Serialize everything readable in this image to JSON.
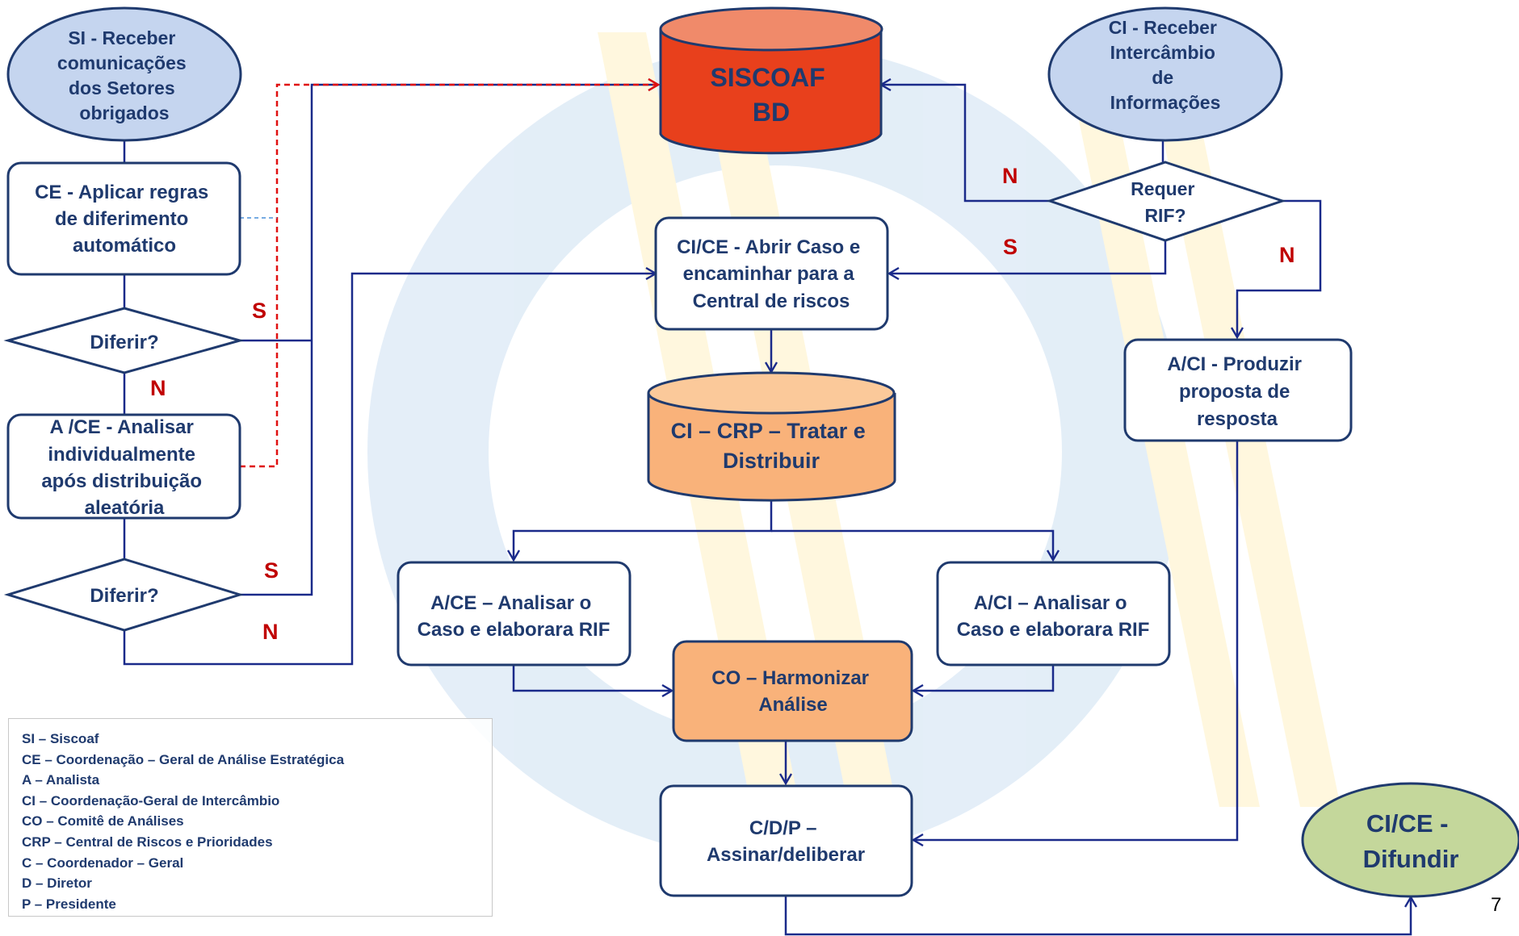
{
  "colors": {
    "navy": "#1f3a6e",
    "line": "#1a2a8a",
    "red_dashed": "#e01010",
    "yes_no_label": "#c00000",
    "ellipse_blue": "#c5d5ef",
    "ellipse_green": "#c4d79b",
    "db_red": "#e8401c",
    "orange_box": "#f9b27a"
  },
  "nodes": {
    "si_receive": "SI - Receber comunicações dos Setores obrigados",
    "ce_rules": "CE - Aplicar regras de diferimento automático",
    "diferir_1": "Diferir?",
    "a_ce_analyze": "A /CE - Analisar individualmente após distribuição aleatória",
    "diferir_2": "Diferir?",
    "siscoaf_db": "SISCOAF BD",
    "ci_receive": "CI  - Receber Intercâmbio de Informações",
    "requer_rif": "Requer RIF?",
    "ci_ce_open_case": "CI/CE - Abrir Caso e encaminhar para a Central de riscos",
    "ci_crp": "CI  –  CRP – Tratar e Distribuir",
    "a_ci_produce": "A/CI - Produzir proposta de resposta",
    "a_ce_analyze_rif": "A/CE – Analisar o Caso e elaborara RIF",
    "a_ci_analyze_rif": "A/CI – Analisar o Caso e elaborara RIF",
    "co_harmonize": "CO  – Harmonizar Análise",
    "c_d_p_sign": "C/D/P   – Assinar/deliberar",
    "ci_ce_spread": "CI/CE - Difundir"
  },
  "edge_labels": {
    "s_diferir_1": "S",
    "n_diferir_1": "N",
    "s_diferir_2": "S",
    "n_diferir_2": "N",
    "n_requer_left": "N",
    "s_requer": "S",
    "n_requer_right": "N"
  },
  "legend": [
    "SI – Siscoaf",
    "CE – Coordenação – Geral  de Análise  Estratégica",
    "A – Analista",
    "CI – Coordenação-Geral de Intercâmbio",
    "CO – Comitê de Análises",
    "CRP – Central de Riscos e Prioridades",
    "C – Coordenador – Geral",
    "D – Diretor",
    "P – Presidente"
  ],
  "page_number": "7"
}
